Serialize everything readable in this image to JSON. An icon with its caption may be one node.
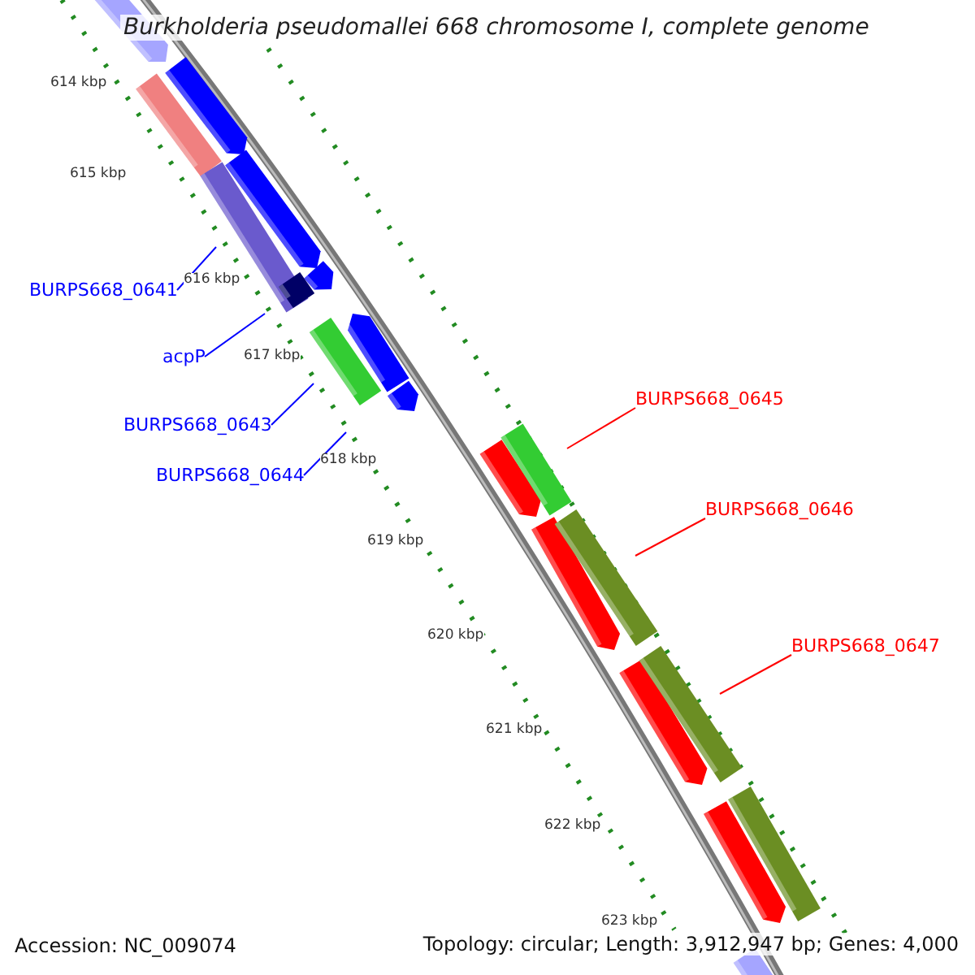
{
  "diagram": {
    "title": "Burkholderia pseudomallei 668 chromosome I, complete genome",
    "nodes": [
      {
        "text": [
          "BURPS668_0641"
        ]
      },
      {
        "text": [
          "acpP"
        ]
      },
      {
        "text": [
          "BURPS668_0643"
        ]
      },
      {
        "text": [
          "BURPS668_0644"
        ]
      },
      {
        "text": [
          "BURPS668_0645"
        ]
      },
      {
        "text": [
          "BURPS668_0646"
        ]
      },
      {
        "text": [
          "BURPS668_0647"
        ]
      }
    ],
    "edges": [
      {
        "from": 0,
        "to": null,
        "arrow": "none"
      },
      {
        "from": 1,
        "to": null,
        "arrow": "none"
      },
      {
        "from": 2,
        "to": null,
        "arrow": "none"
      },
      {
        "from": 3,
        "to": null,
        "arrow": "none"
      },
      {
        "from": 4,
        "to": null,
        "arrow": "none",
        "color": "#ff0000"
      },
      {
        "from": 5,
        "to": null,
        "arrow": "none",
        "color": "#ff0000"
      },
      {
        "from": 6,
        "to": null,
        "arrow": "none",
        "color": "#ff0000"
      }
    ],
    "labels": [
      "614 kbp",
      "615 kbp",
      "616 kbp",
      "617 kbp",
      "618 kbp",
      "619 kbp",
      "620 kbp",
      "621 kbp",
      "622 kbp",
      "623 kbp",
      "Accession: NC_009074",
      "Topology: circular; Length: 3,912,947 bp; Genes: 4,000"
    ]
  }
}
